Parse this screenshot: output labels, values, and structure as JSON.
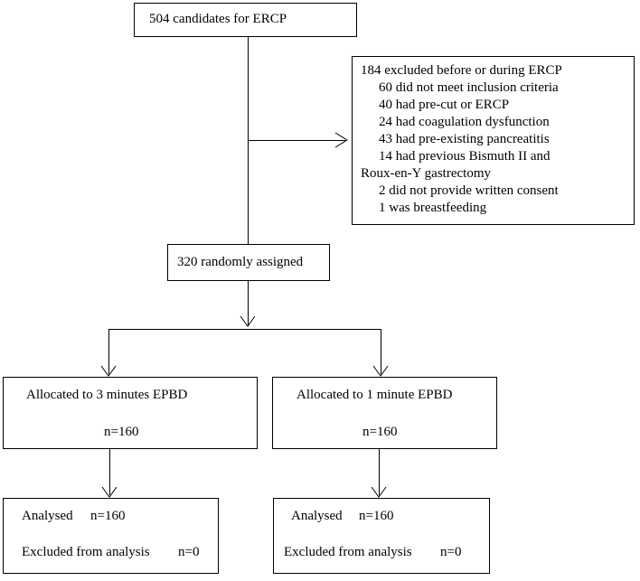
{
  "flow": {
    "candidates": "504 candidates for ERCP",
    "excluded": {
      "title": "184 excluded before or during ERCP",
      "reasons": [
        "60 did not meet inclusion criteria",
        "40 had pre-cut or ERCP",
        "24 had coagulation dysfunction",
        "43 had pre-existing pancreatitis",
        "14 had previous Bismuth II and",
        "Roux-en-Y gastrectomy",
        "2 did not provide written consent",
        "1 was breastfeeding"
      ]
    },
    "randomized": "320 randomly assigned",
    "arms": [
      {
        "allocation": "Allocated to 3 minutes EPBD",
        "allocation_n": "n=160",
        "analysed_label": "Analysed",
        "analysed_n": "n=160",
        "excluded_label": "Excluded from analysis",
        "excluded_n": "n=0"
      },
      {
        "allocation": "Allocated to 1 minute EPBD",
        "allocation_n": "n=160",
        "analysed_label": "Analysed",
        "analysed_n": "n=160",
        "excluded_label": "Excluded from analysis",
        "excluded_n": "n=0"
      }
    ]
  }
}
